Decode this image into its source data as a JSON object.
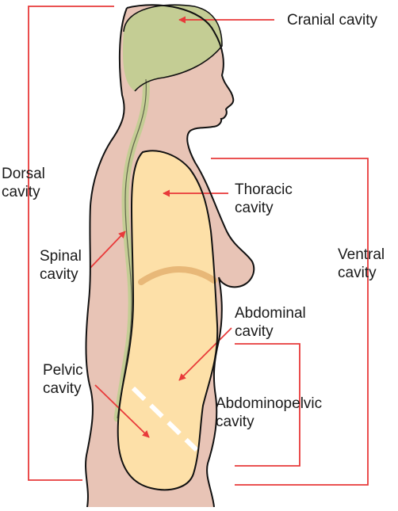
{
  "labels": {
    "cranial": [
      "Cranial cavity"
    ],
    "dorsal": [
      "Dorsal",
      "cavity"
    ],
    "thoracic": [
      "Thoracic",
      "cavity"
    ],
    "spinal": [
      "Spinal",
      "cavity"
    ],
    "ventral": [
      "Ventral",
      "cavity"
    ],
    "abdominal": [
      "Abdominal",
      "cavity"
    ],
    "pelvic": [
      "Pelvic",
      "cavity"
    ],
    "abdominopelvic": [
      "Abdominopelvic",
      "cavity"
    ]
  },
  "colors": {
    "skin": "#e8c4b6",
    "cranial": "#c4cd94",
    "ventral_cavity": "#fde0a8",
    "diaphragm": "#e8b878",
    "bracket": "#e83a3a",
    "outline": "#111111",
    "spinal_canal": "#c4cd94",
    "divider": "#ffffff"
  }
}
